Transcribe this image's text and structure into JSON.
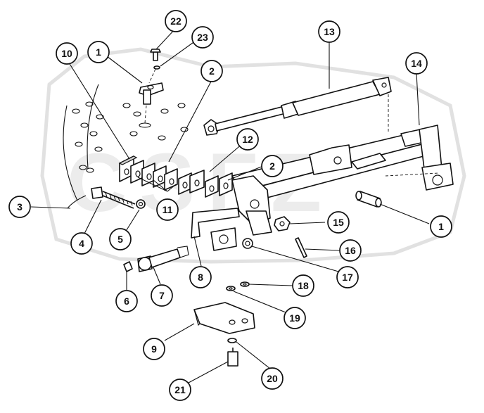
{
  "diagram": {
    "callouts": [
      {
        "id": "c22",
        "label": "22"
      },
      {
        "id": "c23",
        "label": "23"
      },
      {
        "id": "c13",
        "label": "13"
      },
      {
        "id": "c10",
        "label": "10"
      },
      {
        "id": "c1a",
        "label": "1"
      },
      {
        "id": "c2a",
        "label": "2"
      },
      {
        "id": "c14",
        "label": "14"
      },
      {
        "id": "c12",
        "label": "12"
      },
      {
        "id": "c2b",
        "label": "2"
      },
      {
        "id": "c3",
        "label": "3"
      },
      {
        "id": "c11",
        "label": "11"
      },
      {
        "id": "c4",
        "label": "4"
      },
      {
        "id": "c5",
        "label": "5"
      },
      {
        "id": "c15",
        "label": "15"
      },
      {
        "id": "c1b",
        "label": "1"
      },
      {
        "id": "c16",
        "label": "16"
      },
      {
        "id": "c8",
        "label": "8"
      },
      {
        "id": "c17",
        "label": "17"
      },
      {
        "id": "c6",
        "label": "6"
      },
      {
        "id": "c7",
        "label": "7"
      },
      {
        "id": "c18",
        "label": "18"
      },
      {
        "id": "c19",
        "label": "19"
      },
      {
        "id": "c9",
        "label": "9"
      },
      {
        "id": "c20",
        "label": "20"
      },
      {
        "id": "c21",
        "label": "21"
      }
    ]
  }
}
